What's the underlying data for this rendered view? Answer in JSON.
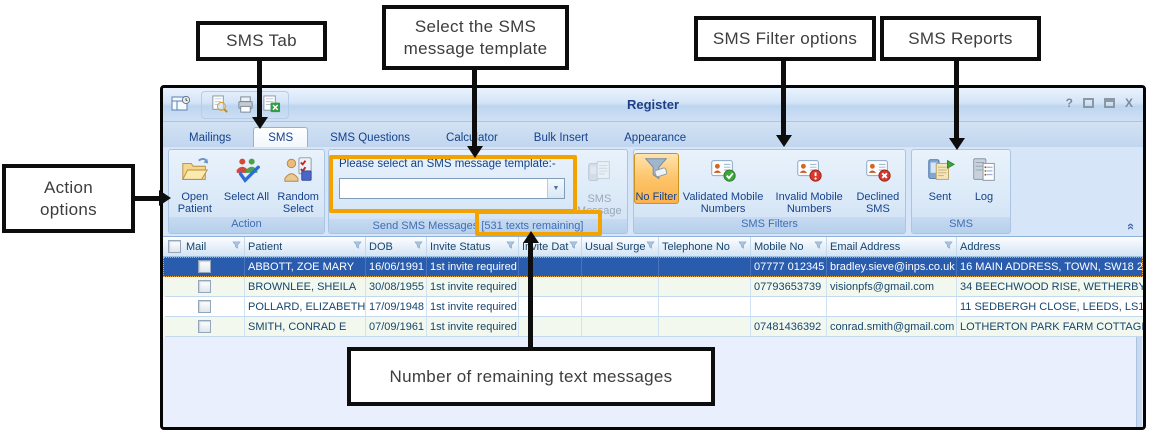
{
  "callouts": {
    "sms_tab": "SMS Tab",
    "select_template": "Select the SMS message template",
    "filter_options": "SMS Filter options",
    "sms_reports": "SMS Reports",
    "action_options": "Action options",
    "remaining": "Number of remaining text messages"
  },
  "window": {
    "title": "Register",
    "controls": {
      "help": "?",
      "close": "X"
    }
  },
  "icons": {
    "quick_access": [
      "app-grid-icon",
      "print-preview-icon",
      "print-icon",
      "excel-export-icon"
    ],
    "header_filter": "funnel-icon",
    "collapse_ribbon": "double-chevron-up-icon",
    "combo_arrow": "▼"
  },
  "tabs": [
    "Mailings",
    "SMS",
    "SMS Questions",
    "Calculator",
    "Bulk Insert",
    "Appearance"
  ],
  "active_tab": "SMS",
  "ribbon": {
    "action": {
      "caption": "Action",
      "buttons": [
        "Open Patient",
        "Select All",
        "Random Select"
      ]
    },
    "send": {
      "caption": "Send SMS Messages",
      "remaining": "[531 texts remaining]",
      "template_label": "Please select an SMS message template:-",
      "combo_value": "",
      "sms_message": "SMS Message"
    },
    "filters": {
      "caption": "SMS Filters",
      "active": "No Filter",
      "buttons": [
        "No Filter",
        "Validated Mobile Numbers",
        "Invalid Mobile Numbers",
        "Declined SMS"
      ]
    },
    "sms": {
      "caption": "SMS",
      "buttons": [
        "Sent",
        "Log"
      ]
    }
  },
  "grid": {
    "columns": [
      "Mail",
      "Patient",
      "DOB",
      "Invite Status",
      "Invite Date",
      "Usual Surgery",
      "Telephone No",
      "Mobile No",
      "Email Address",
      "Address"
    ],
    "rows": [
      {
        "patient": "ABBOTT, ZOE MARY",
        "dob": "16/06/1991",
        "status": "1st invite required",
        "invite_date": "",
        "surgery": "",
        "phone": "",
        "mobile": "07777 012345",
        "email": "bradley.sieve@inps.co.uk",
        "address": "16 MAIN ADDRESS, TOWN, SW18 2"
      },
      {
        "patient": "BROWNLEE, SHEILA",
        "dob": "30/08/1955",
        "status": "1st invite required",
        "invite_date": "",
        "surgery": "",
        "phone": "",
        "mobile": "07793653739",
        "email": "visionpfs@gmail.com",
        "address": "34 BEECHWOOD RISE, WETHERBY"
      },
      {
        "patient": "POLLARD, ELIZABETH",
        "dob": "17/09/1948",
        "status": "1st invite required",
        "invite_date": "",
        "surgery": "",
        "phone": "",
        "mobile": "",
        "email": "",
        "address": "11 SEDBERGH CLOSE, LEEDS, LS1"
      },
      {
        "patient": "SMITH, CONRAD E",
        "dob": "07/09/1961",
        "status": "1st invite required",
        "invite_date": "",
        "surgery": "",
        "phone": "",
        "mobile": "07481436392",
        "email": "conrad.smith@gmail.com",
        "address": "LOTHERTON PARK FARM COTTAGI"
      }
    ]
  },
  "colors": {
    "highlight": "#F3A300",
    "selected_row": "#2A5CAD",
    "active_filter": "#FCB64F",
    "title_text": "#1E3F87"
  }
}
